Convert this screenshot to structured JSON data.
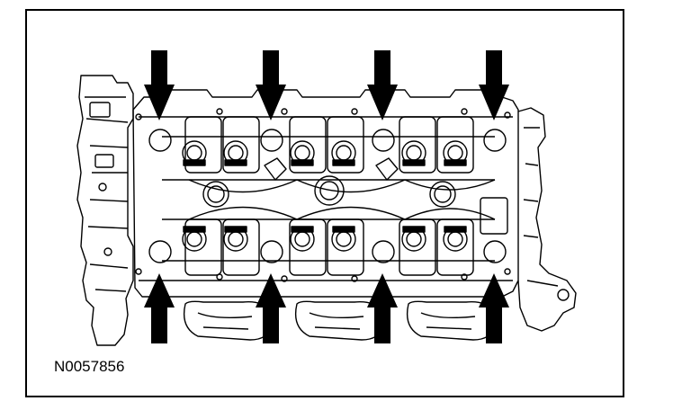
{
  "figure": {
    "id_label": "N0057856"
  },
  "diagram": {
    "subject": "cylinder-head-bolt-locations",
    "arrow_count_top": 4,
    "arrow_count_bottom": 4,
    "camshaft_journals_per_row": 6,
    "colors": {
      "line": "#000000",
      "fill": "#ffffff",
      "arrow": "#000000"
    }
  }
}
